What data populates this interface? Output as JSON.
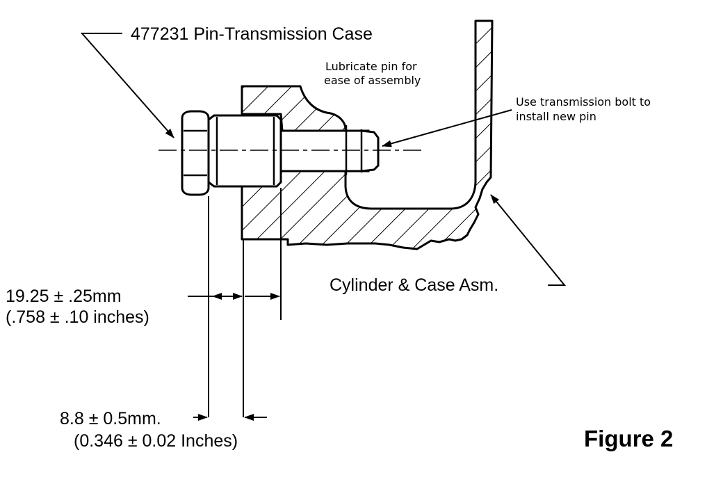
{
  "labels": {
    "pin_part": "477231 Pin-Transmission Case",
    "lubricate_line1": "Lubricate pin for",
    "lubricate_line2": "ease of assembly",
    "bolt_line1": "Use transmission bolt to",
    "bolt_line2": "install new pin",
    "cylinder_case": "Cylinder & Case Asm.",
    "dim1_mm": "19.25 ± .25mm",
    "dim1_in": "(.758 ± .10 inches)",
    "dim2_mm": "8.8 ± 0.5mm.",
    "dim2_in": "(0.346 ± 0.02 Inches)",
    "figure": "Figure 2"
  },
  "colors": {
    "ink": "#000000",
    "paper": "#ffffff"
  }
}
